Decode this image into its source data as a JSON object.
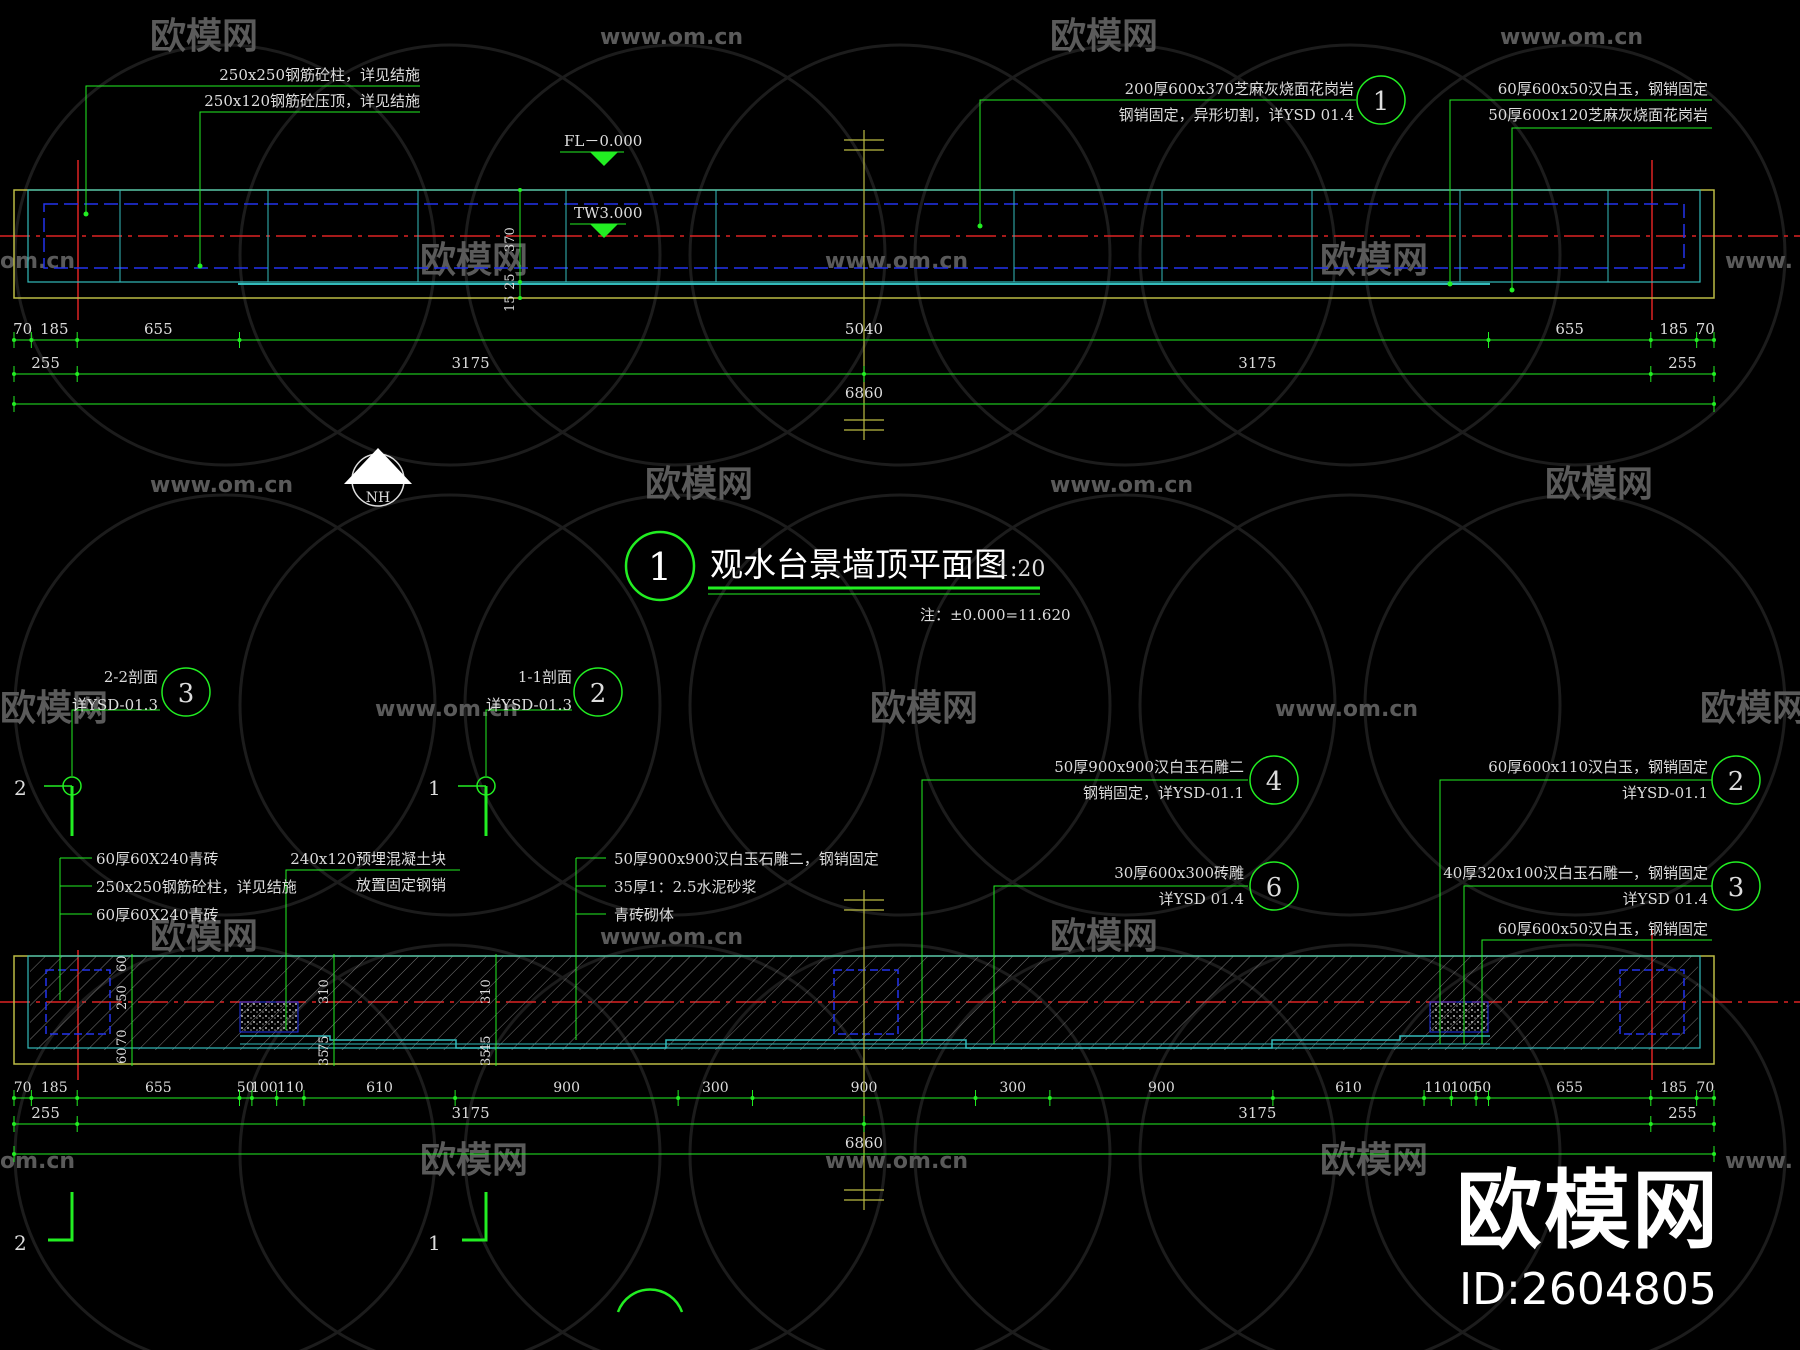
{
  "watermark": {
    "logo_text": "欧模网",
    "url_text": "www.om.cn",
    "partial_url_left": "om.cn",
    "partial_logo_left": "欧模网",
    "partial_url_right": "www."
  },
  "brand": {
    "logo": "欧模网",
    "id": "ID:2604805"
  },
  "colors": {
    "wall": "#bbbb44",
    "cyan": "#33bbbb",
    "green": "#22ee22",
    "red": "#dd2222",
    "blue": "#2233ee",
    "text": "#dddddd"
  },
  "plan": {
    "title": "观水台景墙顶平面图",
    "scale": "1:20",
    "callout_no": "1",
    "note": "注：±0.000=11.620",
    "level_fl": "FL－0.000",
    "level_tw": "TW3.000",
    "north": "NH",
    "labels": {
      "col_a": "250x250钢筋砼柱，详见结施",
      "col_b": "250x120钢筋砼压顶，详见结施",
      "top_a": "200厚600x370芝麻灰烧面花岗岩",
      "top_b": "钢销固定，异形切割，详YSD 01.4",
      "top_no": "1",
      "right_a": "60厚600x50汉白玉，钢销固定",
      "right_b": "50厚600x120芝麻灰烧面花岗岩"
    },
    "vdims": {
      "d370": "370",
      "d25": "25",
      "d15": "15"
    },
    "dim_row1": [
      "70",
      "185",
      "655",
      "5040",
      "655",
      "185",
      "70"
    ],
    "dim_row2": [
      "255",
      "3175",
      "3175",
      "255"
    ],
    "dim_total": "6860"
  },
  "elev": {
    "sec3": {
      "name": "2-2剖面",
      "ref": "详YSD-01.3",
      "no": "3",
      "mark": "2"
    },
    "sec2": {
      "name": "1-1剖面",
      "ref": "详YSD-01.3",
      "no": "2",
      "mark": "1"
    },
    "left_labels": [
      "60厚60X240青砖",
      "250x250钢筋砼柱，详见结施",
      "60厚60X240青砖"
    ],
    "conc_a": "240x120预埋混凝土块",
    "conc_b": "放置固定钢销",
    "mid_labels": [
      "50厚900x900汉白玉石雕二，钢销固定",
      "35厚1：2.5水泥砂浆",
      "青砖砌体"
    ],
    "c4_a": "50厚900x900汉白玉石雕二",
    "c4_b": "钢销固定，详YSD-01.1",
    "c4_no": "4",
    "c6_a": "30厚600x300砖雕",
    "c6_b": "详YSD 01.4",
    "c6_no": "6",
    "r2_a": "60厚600x110汉白玉，钢销固定",
    "r2_b": "详YSD-01.1",
    "r2_no": "2",
    "r3_a": "40厚320x100汉白玉石雕一，钢销固定",
    "r3_b": "详YSD 01.4",
    "r3_no": "3",
    "r4_a": "60厚600x50汉白玉，钢销固定",
    "vdims_left": [
      "60",
      "250",
      "70",
      "60"
    ],
    "vdims_mid": [
      "310",
      "75",
      "35"
    ],
    "vdims_mid2": [
      "310",
      "45",
      "35"
    ],
    "dim_row1": [
      "70",
      "185",
      "655",
      "50",
      "100",
      "110",
      "610",
      "900",
      "300",
      "900",
      "300",
      "900",
      "610",
      "110",
      "100",
      "50",
      "655",
      "185",
      "70"
    ],
    "dim_row2": [
      "255",
      "3175",
      "3175",
      "255"
    ],
    "dim_total": "6860"
  }
}
